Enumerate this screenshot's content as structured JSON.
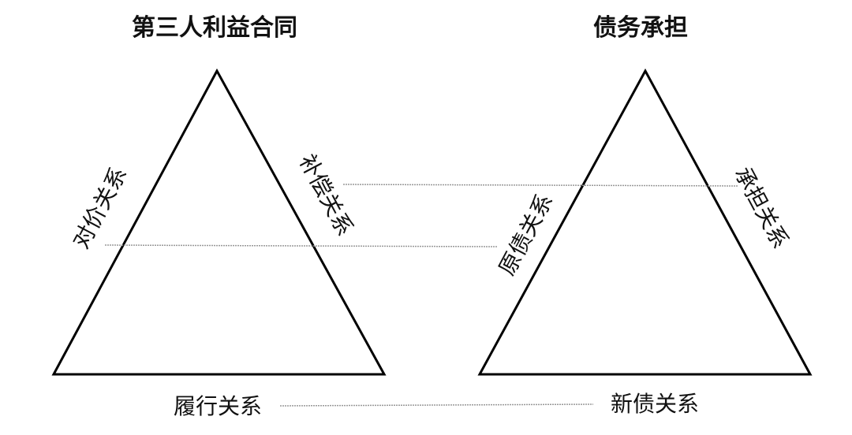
{
  "left": {
    "title": "第三人利益合同",
    "left_side": "对价关系",
    "right_side": "补偿关系",
    "bottom": "履行关系"
  },
  "right": {
    "title": "债务承担",
    "left_side": "原债关系",
    "right_side": "承担关系",
    "bottom": "新债关系"
  }
}
